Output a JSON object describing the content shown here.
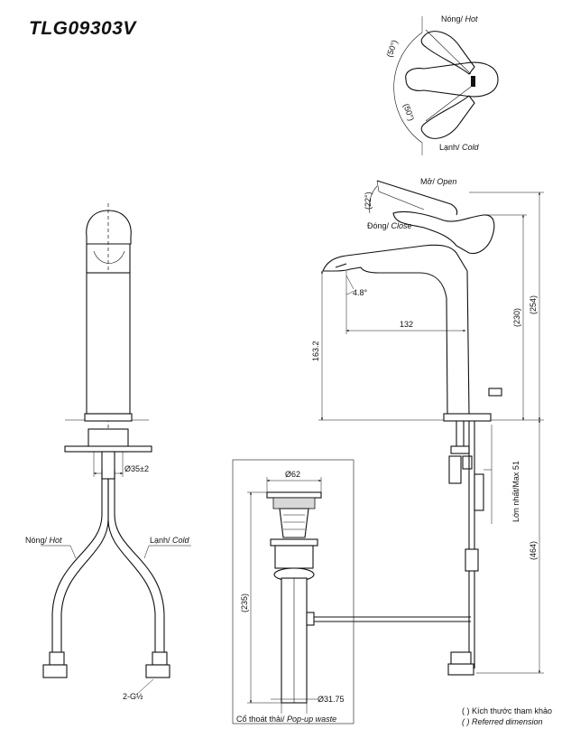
{
  "model": "TLG09303V",
  "handle_view": {
    "hot_vi": "Nóng/ ",
    "hot_en": "Hot",
    "cold_vi": "Lạnh/ ",
    "cold_en": "Cold",
    "angle_top": "(50°)",
    "angle_bottom": "(50°)"
  },
  "side_view": {
    "open_vi": "Mở/ ",
    "open_en": "Open",
    "close_vi": "Đóng/ ",
    "close_en": "Close",
    "open_angle": "(22°)",
    "spout_angle": "4.8°",
    "reach": "132",
    "height_spout": "163.2",
    "height_body": "(230)",
    "height_total": "(254)",
    "below_counter": "(464)",
    "max_thickness": "Lớn nhất/Max 51"
  },
  "front_view": {
    "hole_dia": "Ø35±2",
    "hot_vi": "Nóng/ ",
    "hot_en": "Hot",
    "cold_vi": "Lạnh/ ",
    "cold_en": "Cold",
    "thread": "2-G½"
  },
  "waste": {
    "top_dia": "Ø62",
    "length": "(235)",
    "bottom_dia": "Ø31.75",
    "label_vi": "Cổ thoát thải/ ",
    "label_en": "Pop-up waste"
  },
  "legend": {
    "line1": "( ) Kích thước tham khảo",
    "line2": "( ) Referred dimension"
  }
}
